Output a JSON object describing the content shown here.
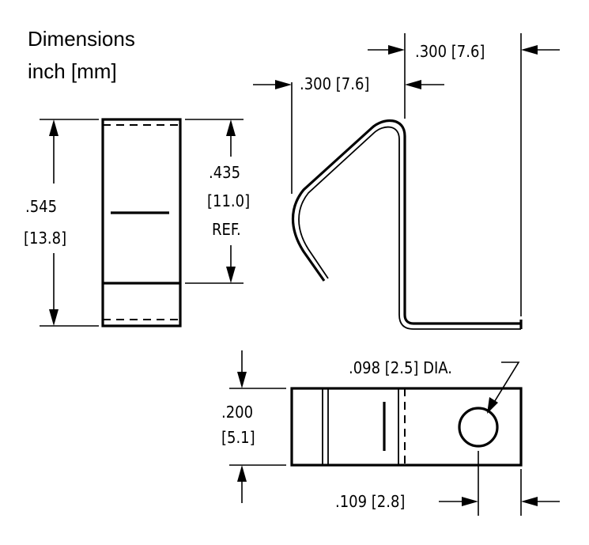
{
  "header": {
    "line1": "Dimensions",
    "line2": "inch [mm]"
  },
  "dimensions": {
    "overall_height": {
      "value": ".545",
      "metric": "[13.8]"
    },
    "ref_height": {
      "value": ".435",
      "metric": "[11.0]",
      "note": "REF."
    },
    "top_left_width": ".300 [7.6]",
    "top_right_width": ".300 [7.6]",
    "thickness": {
      "value": ".200",
      "metric": "[5.1]"
    },
    "hole_diameter": ".098 [2.5] DIA.",
    "hole_offset": ".109 [2.8]"
  }
}
